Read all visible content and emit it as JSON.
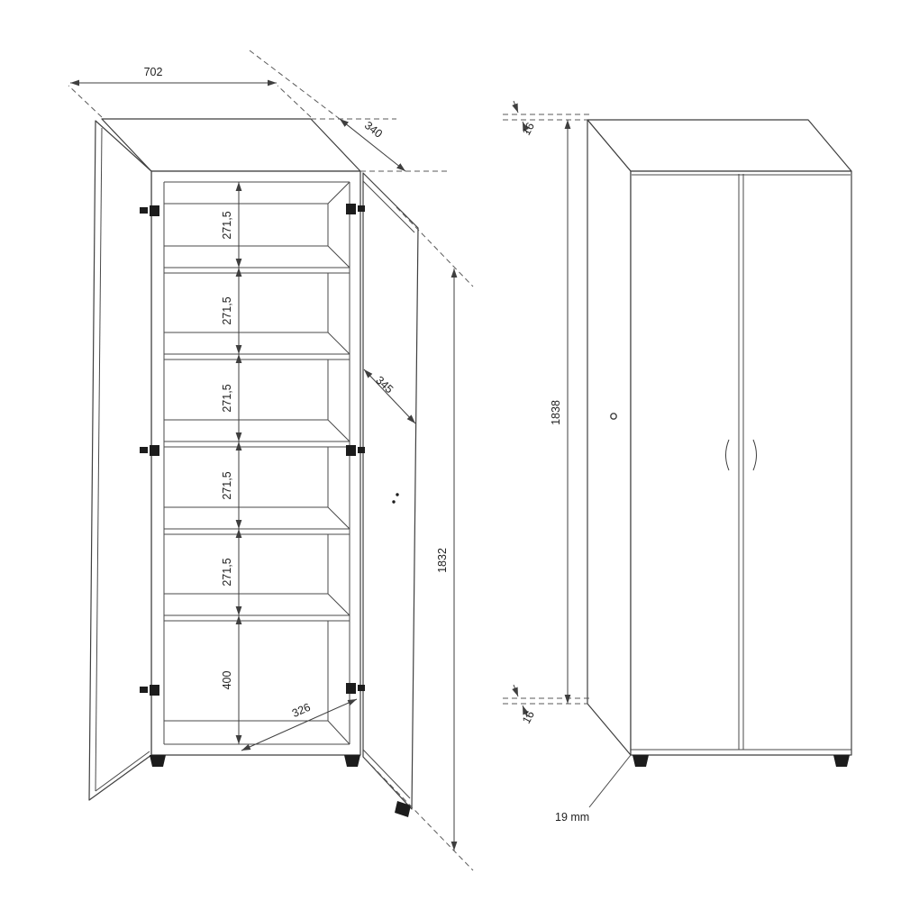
{
  "drawing": {
    "left_view": {
      "top_width": "702",
      "top_depth": "340",
      "shelf_gaps": [
        "271,5",
        "271,5",
        "271,5",
        "271,5",
        "271,5"
      ],
      "bottom_gap": "400",
      "bottom_depth": "326",
      "door_width": "345",
      "height": "1832"
    },
    "right_view": {
      "top_thickness": "16",
      "height": "1838",
      "bottom_thickness": "16",
      "panel_note": "19 mm"
    }
  }
}
